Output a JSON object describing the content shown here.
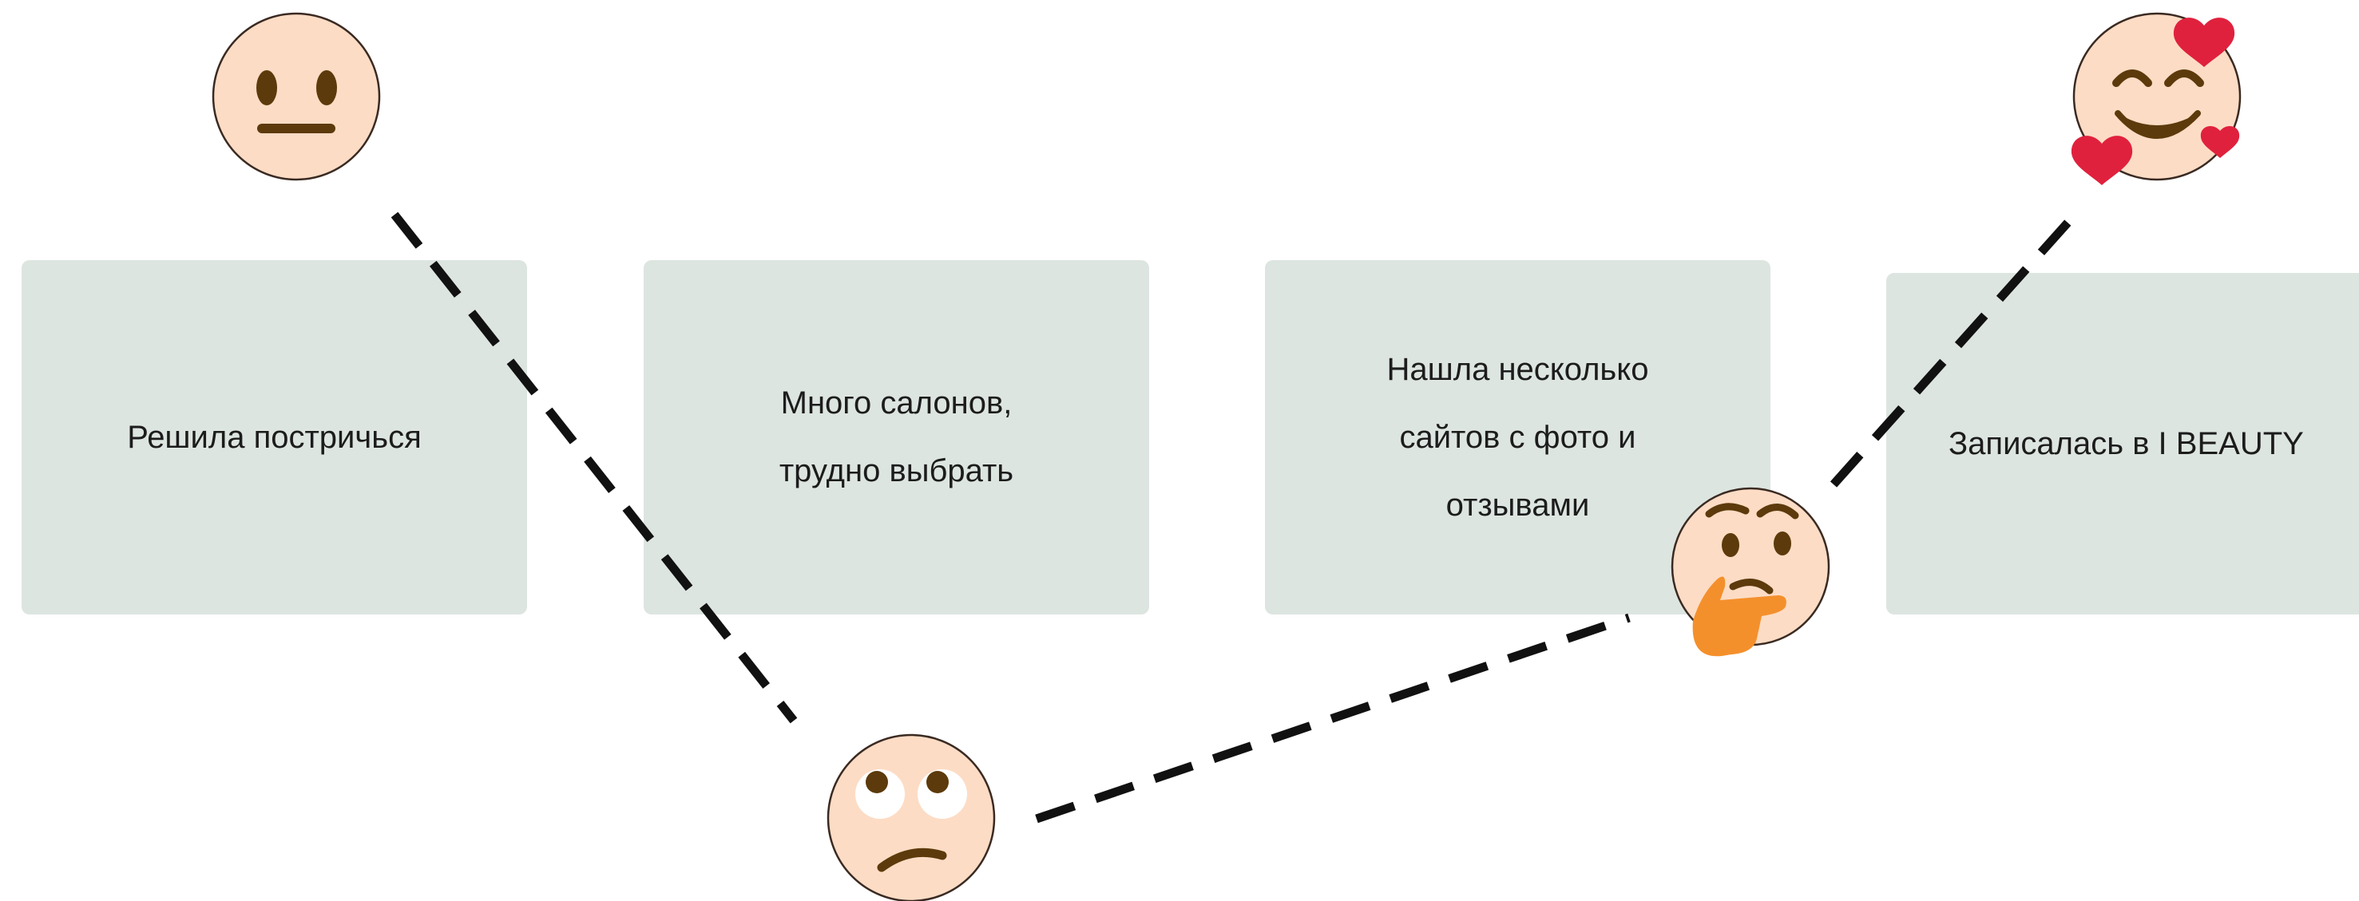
{
  "steps": [
    {
      "text": "Решила постричься"
    },
    {
      "text": "Много салонов,\nтрудно выбрать"
    },
    {
      "text": "Нашла несколько\nсайтов с фото и\nотзывами"
    },
    {
      "text": "Записалась в I BEAUTY"
    }
  ],
  "emotions": [
    {
      "icon": "neutral-face-icon"
    },
    {
      "icon": "eye-roll-face-icon"
    },
    {
      "icon": "thinking-face-icon"
    },
    {
      "icon": "smiling-face-with-hearts-icon"
    }
  ],
  "colors": {
    "card_background": "#dde5e0",
    "face_skin": "#fddcc5",
    "face_feature": "#5c3a0b",
    "heart": "#e0213d",
    "hand": "#f4902c",
    "path_line": "#111111"
  }
}
